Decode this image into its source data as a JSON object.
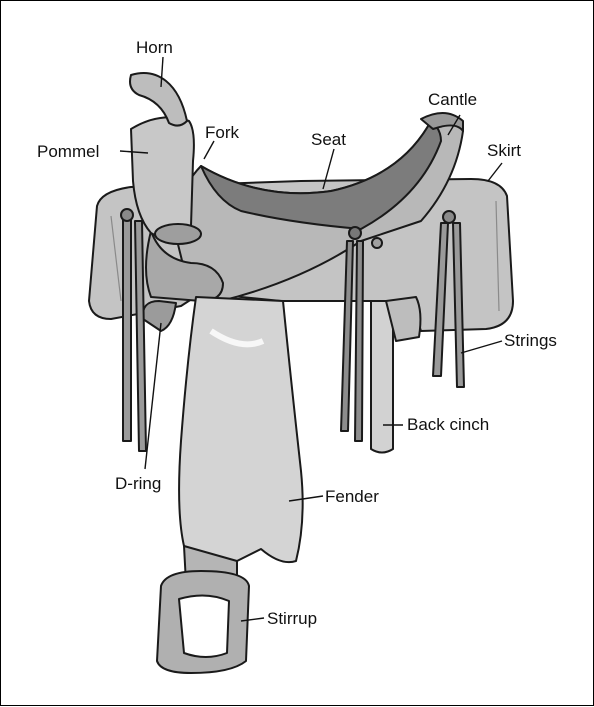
{
  "diagram": {
    "colors": {
      "line": "#111111",
      "leather_light": "#c9c9c9",
      "leather_mid": "#a9a9a9",
      "leather_dark": "#6f6f6f",
      "seat": "#7a7a7a",
      "highlight": "#e6e6e6"
    },
    "labels": {
      "horn": "Horn",
      "fork": "Fork",
      "pommel": "Pommel",
      "seat": "Seat",
      "cantle": "Cantle",
      "skirt": "Skirt",
      "strings": "Strings",
      "back_cinch": "Back cinch",
      "d_ring": "D-ring",
      "fender": "Fender",
      "stirrup": "Stirrup"
    }
  }
}
